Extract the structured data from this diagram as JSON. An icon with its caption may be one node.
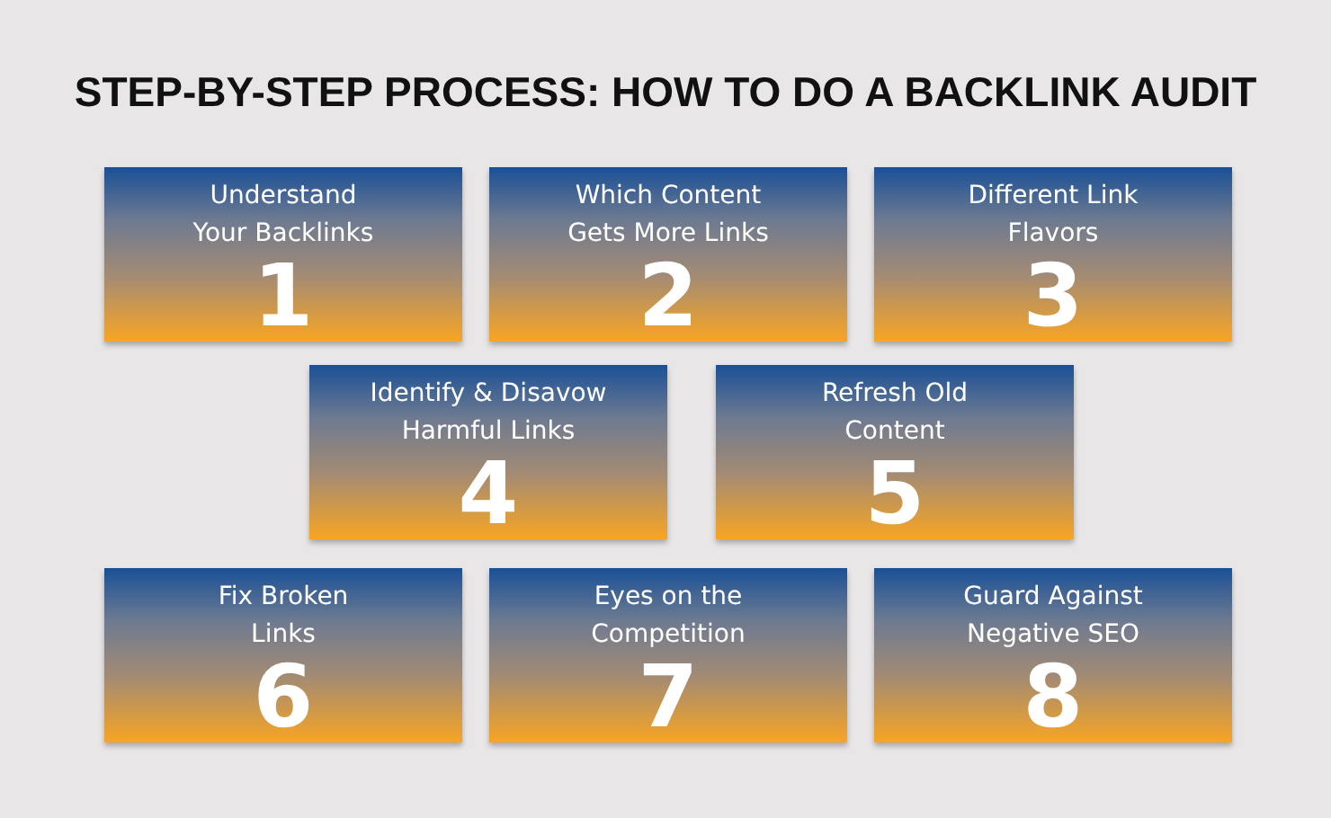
{
  "diagram": {
    "title": "STEP-BY-STEP PROCESS: HOW TO DO A BACKLINK AUDIT",
    "nodes": [
      {
        "text": [
          "Understand Your Backlinks",
          "1"
        ]
      },
      {
        "text": [
          "Which Content Gets More Links",
          "2"
        ]
      },
      {
        "text": [
          "Different Link Flavors",
          "3"
        ]
      },
      {
        "text": [
          "Identify & Disavow Harmful Links",
          "4"
        ]
      },
      {
        "text": [
          "Refresh Old Content",
          "5"
        ]
      },
      {
        "text": [
          "Fix Broken Links",
          "6"
        ]
      },
      {
        "text": [
          "Eyes on the Competition",
          "7"
        ]
      },
      {
        "text": [
          "Guard Against Negative SEO",
          "8"
        ]
      }
    ]
  }
}
